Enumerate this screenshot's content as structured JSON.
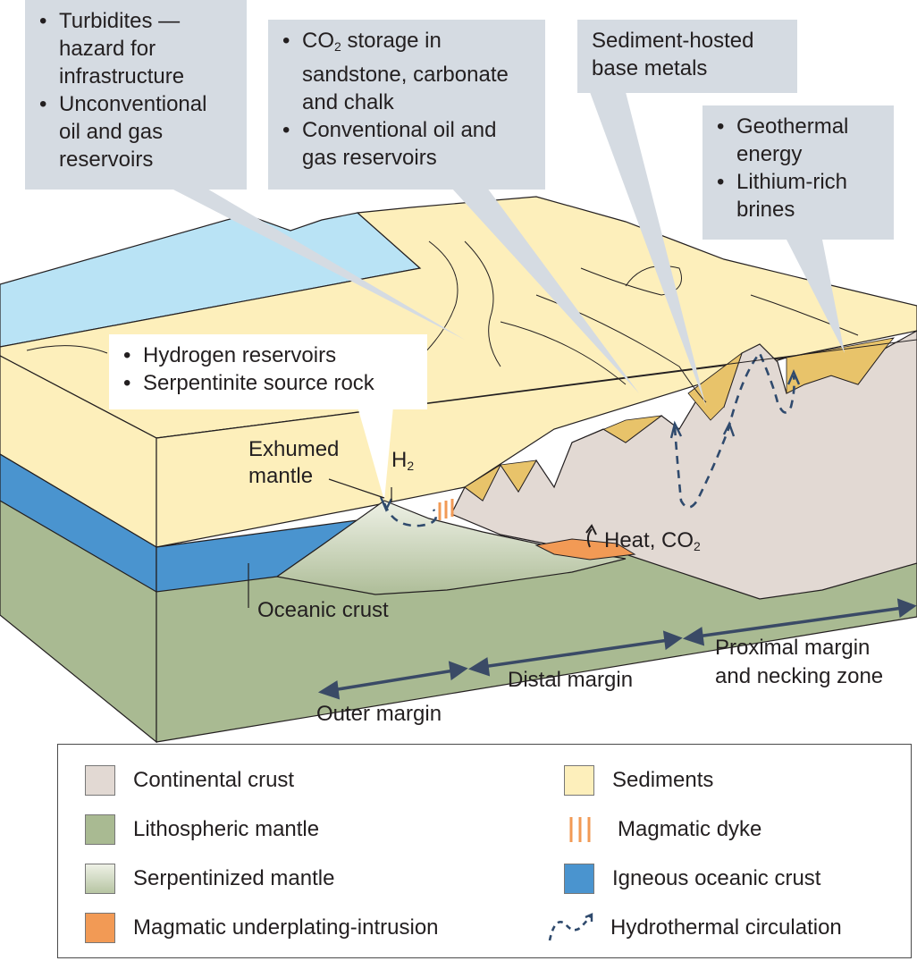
{
  "callouts": {
    "turbidites": [
      "Turbidites — hazard for infrastructure",
      "Unconventional oil and gas reservoirs"
    ],
    "co2_storage_main": "CO",
    "co2_storage_sub": "2",
    "co2_storage_rest": " storage in sandstone, carbonate and chalk",
    "conventional": "Conventional oil and gas reservoirs",
    "base_metals": "Sediment-hosted base metals",
    "geothermal": [
      "Geothermal energy",
      "Lithium-rich brines"
    ],
    "hydrogen": [
      "Hydrogen reservoirs",
      "Serpentinite source rock"
    ]
  },
  "labels": {
    "exhumed_mantle": "Exhumed mantle",
    "h2_main": "H",
    "h2_sub": "2",
    "heat_co2_main": "Heat, CO",
    "heat_co2_sub": "2",
    "oceanic_crust": "Oceanic crust"
  },
  "zones": {
    "outer": "Outer margin",
    "distal": "Distal margin",
    "proximal_line1": "Proximal margin",
    "proximal_line2": "and necking zone"
  },
  "legend": [
    {
      "label": "Continental crust",
      "color": "#e2d9d3"
    },
    {
      "label": "Lithospheric mantle",
      "color": "#a9ba92"
    },
    {
      "label": "Serpentinized mantle",
      "color": "#d4dcc4"
    },
    {
      "label": "Magmatic underplating-intrusion",
      "color": "#f29a55"
    },
    {
      "label": "Sediments",
      "color": "#fdefbb"
    },
    {
      "label": "Magmatic dyke",
      "color": "#f29a55"
    },
    {
      "label": "Igneous oceanic crust",
      "color": "#4a94cf"
    },
    {
      "label": "Hydrothermal circulation",
      "color": "#2f4a6d"
    }
  ]
}
